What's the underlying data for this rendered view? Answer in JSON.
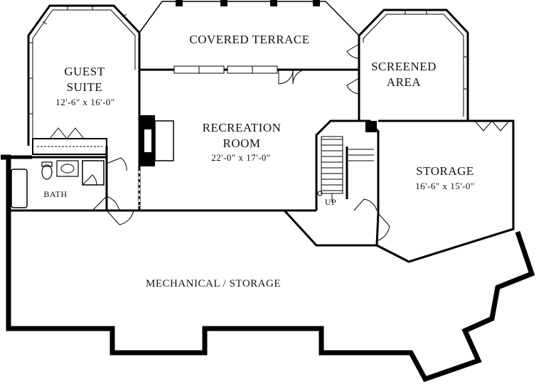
{
  "rooms": {
    "covered_terrace": {
      "name": "COVERED TERRACE"
    },
    "guest_suite": {
      "name_line1": "GUEST",
      "name_line2": "SUITE",
      "dims": "12'-6\" x 16'-0\""
    },
    "screened_area": {
      "name_line1": "SCREENED",
      "name_line2": "AREA"
    },
    "recreation_room": {
      "name_line1": "RECREATION",
      "name_line2": "ROOM",
      "dims": "22'-0\" x 17'-0\""
    },
    "storage": {
      "name": "STORAGE",
      "dims": "16'-6\" x 15'-0\""
    },
    "bath": {
      "name": "BATH"
    },
    "mechanical_storage": {
      "name": "MECHANICAL / STORAGE"
    }
  },
  "stair": {
    "label": "UP"
  },
  "colors": {
    "wall": "#000000",
    "background": "#ffffff",
    "text": "#111111"
  }
}
